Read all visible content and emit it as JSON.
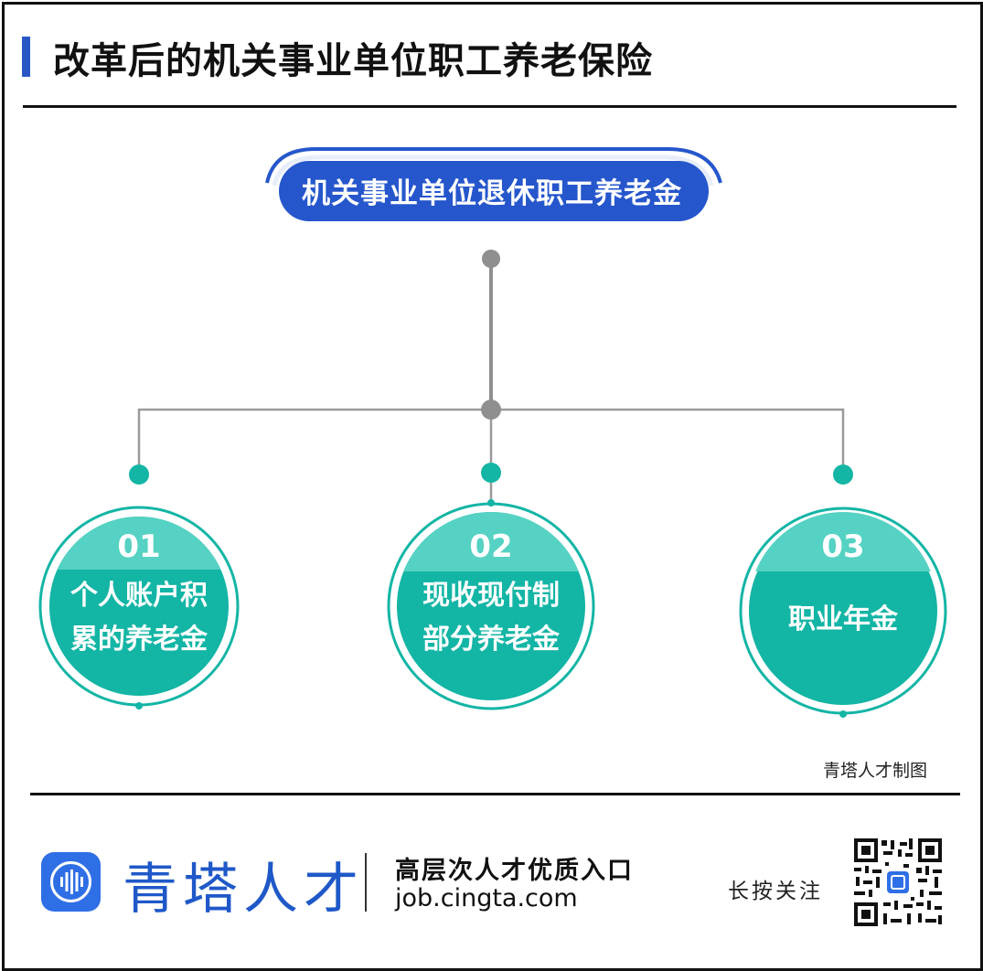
{
  "header": {
    "title": "改革后的机关事业单位职工养老保险"
  },
  "diagram": {
    "root": "机关事业单位退休职工养老金",
    "branches": [
      {
        "num": "01",
        "line1": "个人账户积",
        "line2": "累的养老金"
      },
      {
        "num": "02",
        "line1": "现收现付制",
        "line2": "部分养老金"
      },
      {
        "num": "03",
        "line1": "职业年金",
        "line2": ""
      }
    ],
    "credit": "青塔人才制图"
  },
  "footer": {
    "brand": "青塔人才",
    "slogan": "高层次人才优质入口",
    "url": "job.cingta.com",
    "follow": "长按关注"
  },
  "colors": {
    "accent_blue": "#2a56c6",
    "pill_blue": "#2556cc",
    "teal": "#13b5a5",
    "teal_light": "#55d2c3",
    "connector_gray": "#8f8f8f",
    "brand_blue": "#1f58c8"
  },
  "icons": [
    "logo-sound-wave-icon",
    "qr-code-icon"
  ]
}
